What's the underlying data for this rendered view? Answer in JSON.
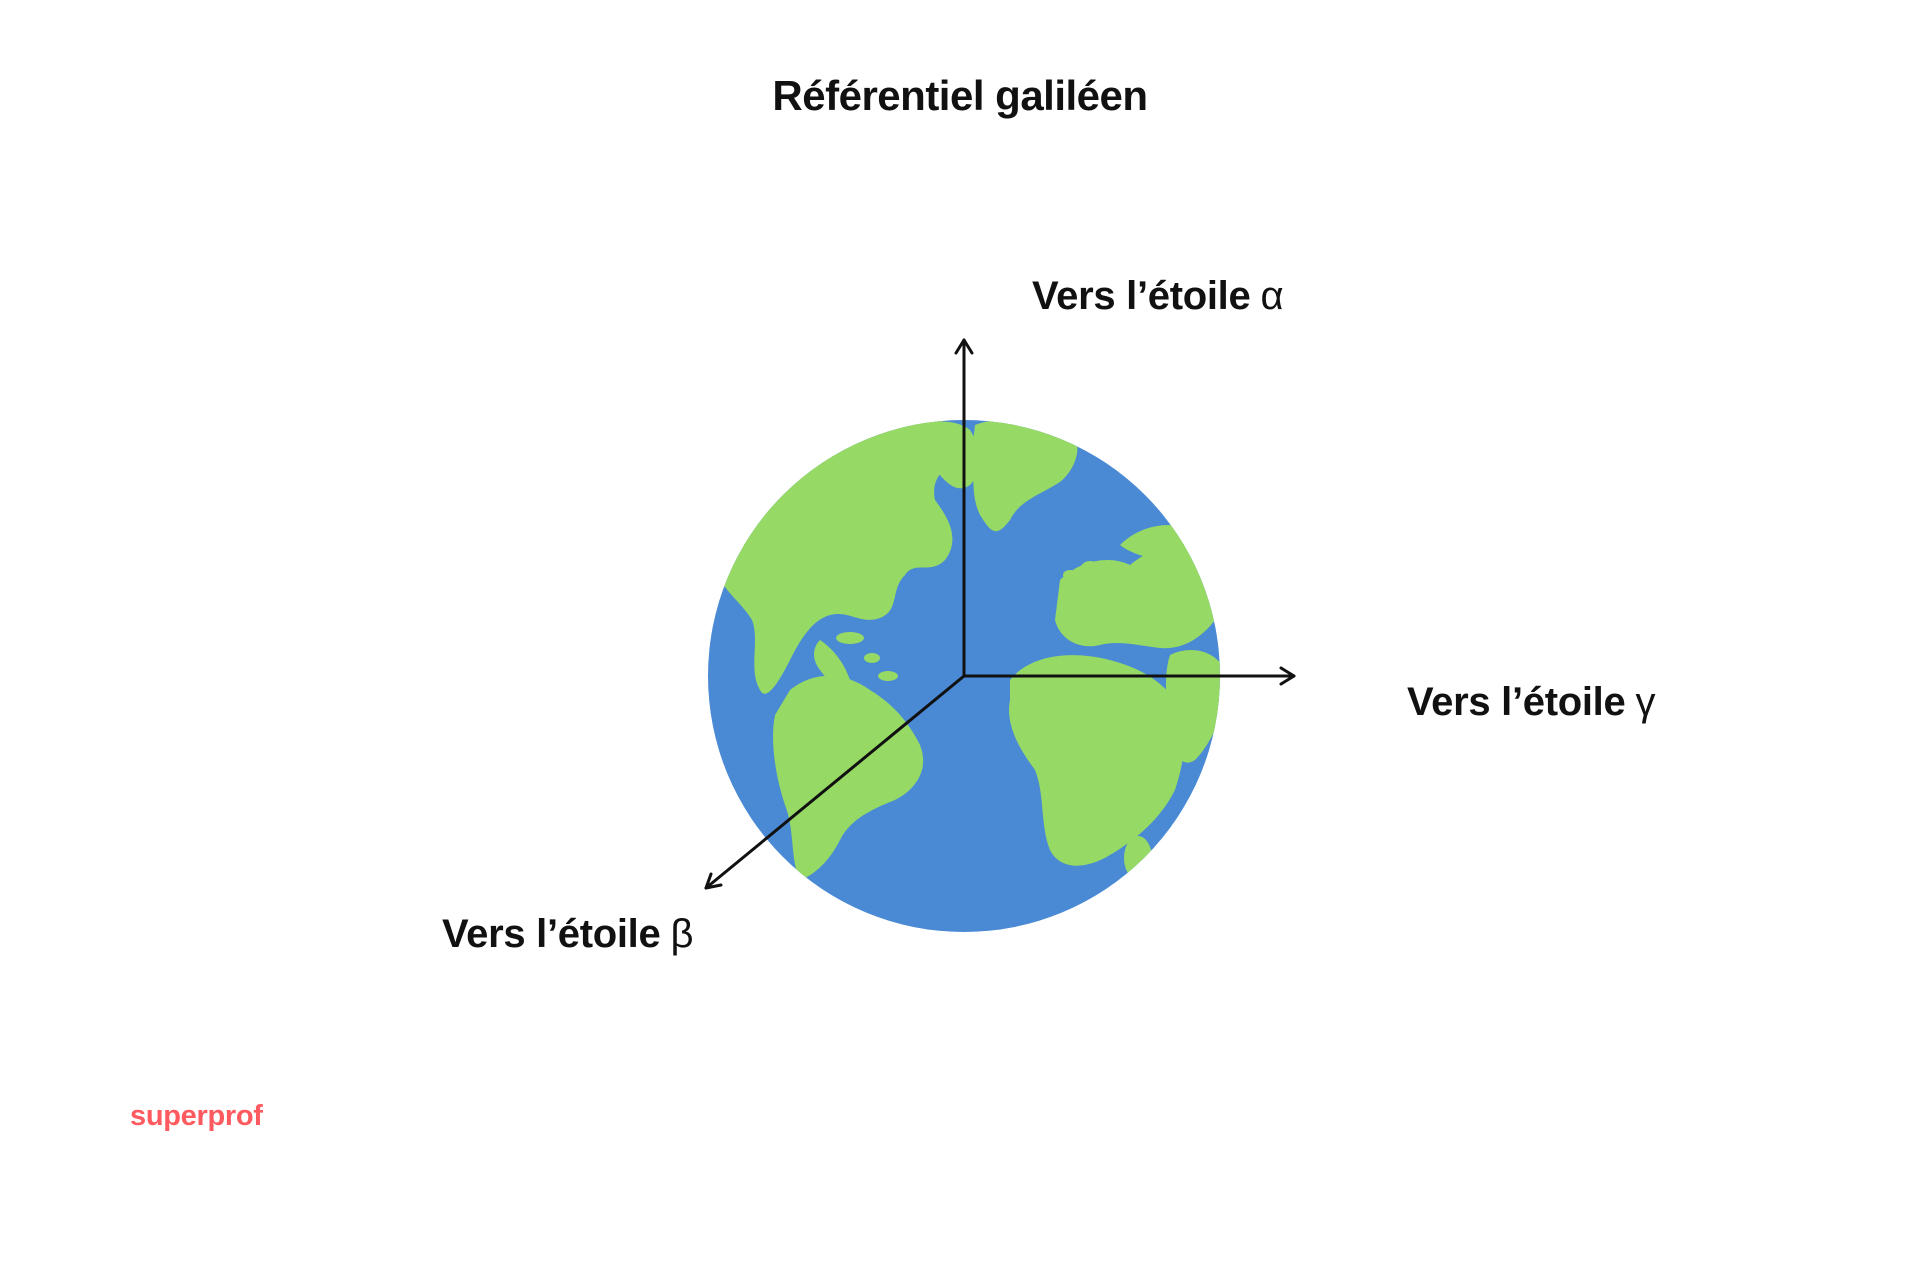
{
  "title": "Référentiel galiléen",
  "axes": {
    "alpha": {
      "text": "Vers l’étoile",
      "symbol": "α"
    },
    "gamma": {
      "text": "Vers l’étoile",
      "symbol": "γ"
    },
    "beta": {
      "text": "Vers l’étoile",
      "symbol": "β"
    }
  },
  "brand": "superprof",
  "colors": {
    "ocean": "#4a89d4",
    "land": "#96d965",
    "axis": "#111111",
    "brand": "#ff5a5f"
  }
}
